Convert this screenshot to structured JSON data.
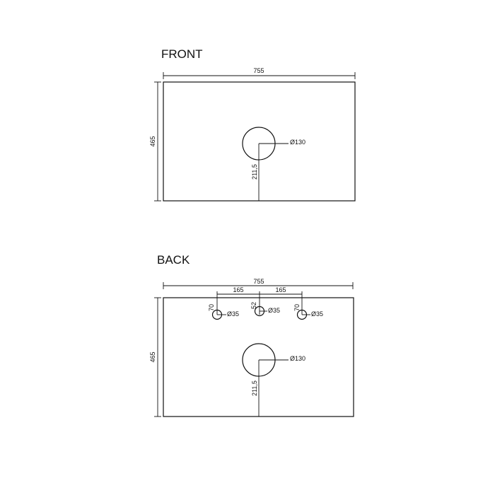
{
  "front": {
    "title": "FRONT",
    "width_label": "755",
    "height_label": "465",
    "hole_diameter_label": "Ø130",
    "hole_offset_label": "211,5"
  },
  "back": {
    "title": "BACK",
    "width_label": "755",
    "height_label": "465",
    "spacing_left_label": "165",
    "spacing_right_label": "165",
    "left_tap_offset_label": "70",
    "center_tap_offset_label": "52",
    "right_tap_offset_label": "70",
    "left_tap_diameter_label": "Ø35",
    "center_tap_diameter_label": "Ø35",
    "right_tap_diameter_label": "Ø35",
    "hole_diameter_label": "Ø130",
    "hole_offset_label": "211,5"
  }
}
